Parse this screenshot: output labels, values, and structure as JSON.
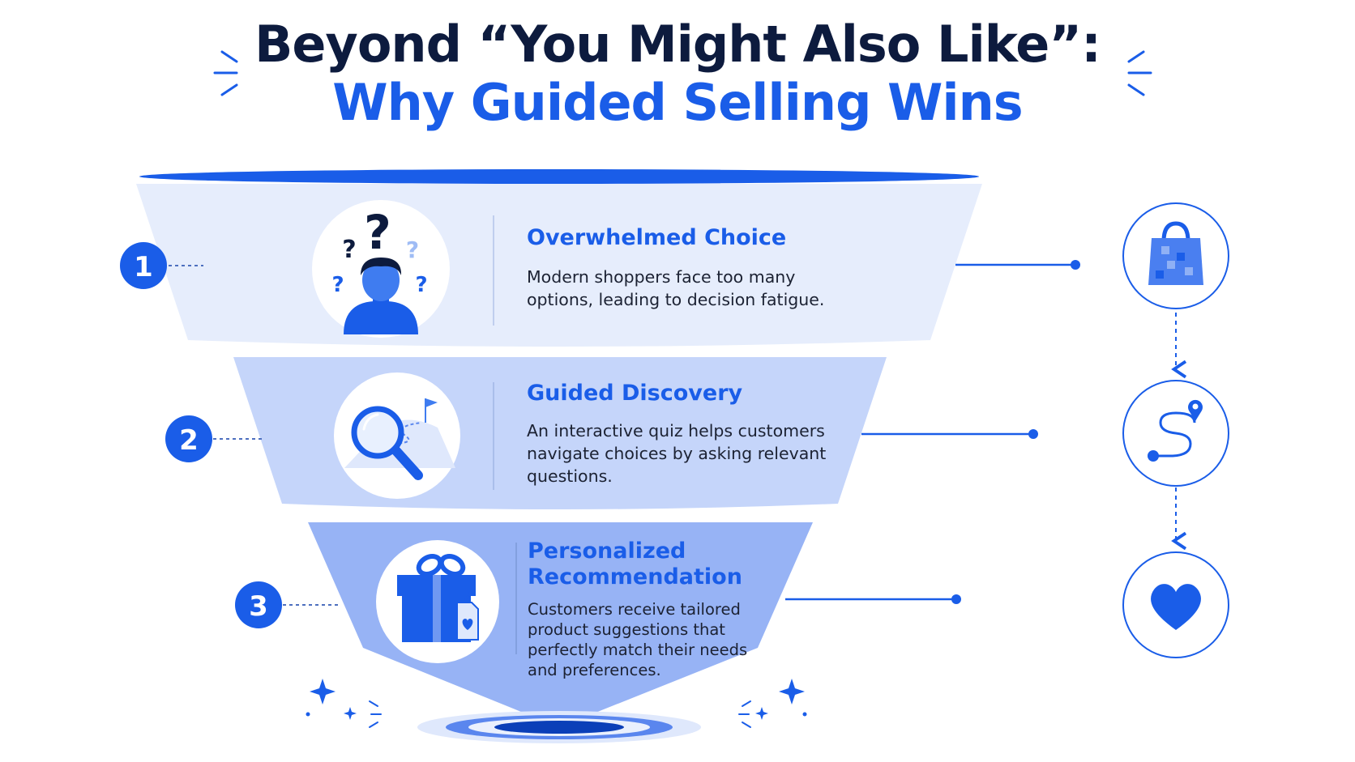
{
  "title": {
    "line1": "Beyond “You Might Also Like”:",
    "line2": "Why Guided Selling Wins"
  },
  "colors": {
    "accent": "#1a5de8",
    "dark_text": "#0d1b3e",
    "tier1": "#e6edfc",
    "tier2": "#c5d5fa",
    "tier3": "#97b3f5"
  },
  "stages": [
    {
      "number": "1",
      "title": "Overwhelmed Choice",
      "description": "Modern shoppers face too many options, leading to decision fatigue.",
      "illustration": "confused-person-question-marks",
      "side_icon": "shopping-bag-icon"
    },
    {
      "number": "2",
      "title": "Guided Discovery",
      "description": "An interactive quiz helps customers navigate choices by asking relevant questions.",
      "illustration": "magnifying-glass-path-flag",
      "side_icon": "route-pin-icon"
    },
    {
      "number": "3",
      "title": "Personalized Recommendation",
      "description": "Customers receive tailored product suggestions that perfectly match their needs and preferences.",
      "illustration": "gift-box-heart-tag",
      "side_icon": "heart-icon"
    }
  ]
}
